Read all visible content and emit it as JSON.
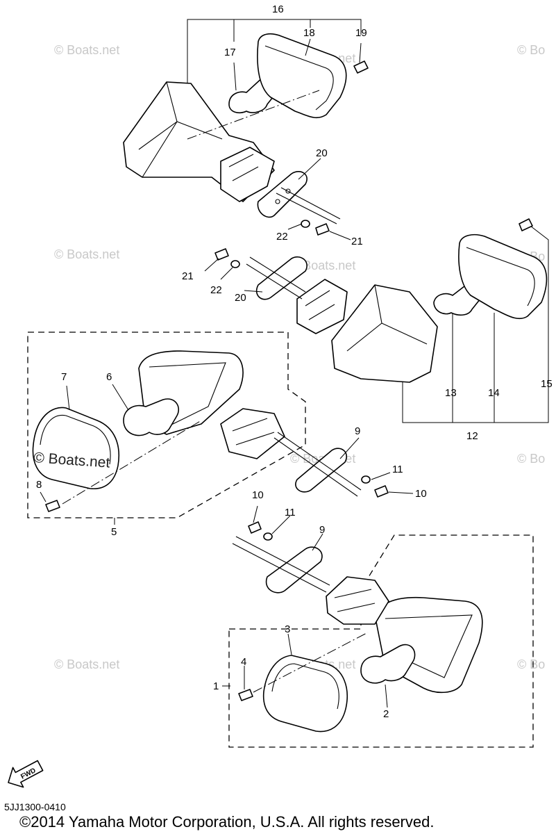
{
  "diagram": {
    "callouts": {
      "c1": "1",
      "c2": "2",
      "c3": "3",
      "c4": "4",
      "c5": "5",
      "c6": "6",
      "c7": "7",
      "c8": "8",
      "c9a": "9",
      "c9b": "9",
      "c10a": "10",
      "c10b": "10",
      "c11a": "11",
      "c11b": "11",
      "c12": "12",
      "c13": "13",
      "c14": "14",
      "c15": "15",
      "c16": "16",
      "c17": "17",
      "c18": "18",
      "c19": "19",
      "c20a": "20",
      "c20b": "20",
      "c21a": "21",
      "c21b": "21",
      "c22a": "22",
      "c22b": "22"
    },
    "watermark": "© Boats.net",
    "watermark_short": "© Bo",
    "fwd_label": "FWD",
    "diagram_code": "5JJ1300-0410",
    "copyright": "©2014 Yamaha Motor Corporation, U.S.A. All rights reserved."
  }
}
